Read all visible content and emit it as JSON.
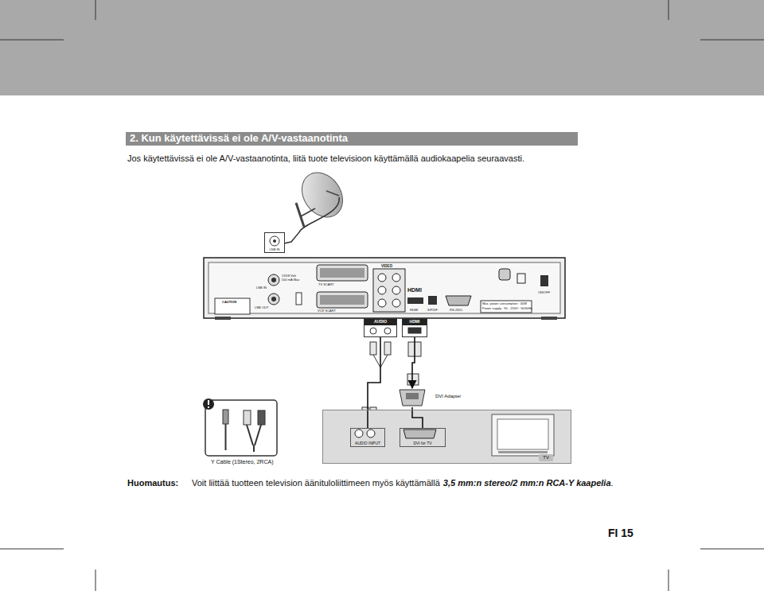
{
  "diagram": {
    "title": "2. Kun käytettävissä ei ole A/V-vastaanotinta",
    "nodes": [
      {
        "text": [
          "LNB IN"
        ]
      },
      {
        "text": [
          "AUDIO"
        ]
      },
      {
        "text": [
          "HDMI"
        ]
      },
      {
        "text": [
          "TV"
        ]
      },
      {
        "text": [
          "AUDIO INPUT"
        ],
        "in": 3
      },
      {
        "text": [
          "DVI for TV"
        ],
        "in": 3
      },
      {
        "text": [
          "DVI Adapter"
        ]
      }
    ],
    "edges": [
      {
        "from": 1,
        "to": 4,
        "arrow": "none"
      },
      {
        "from": 2,
        "to": 6,
        "arrow": "to"
      },
      {
        "from": 6,
        "to": 5,
        "arrow": "none"
      }
    ],
    "labels": [
      "Jos käytettävissä ei ole A/V-vastaanotinta, liitä tuote televisioon käyttämällä audiokaapelia seuraavasti.",
      "LNB IN",
      "13/18 Volt",
      "500 mA Max",
      "LNB OUT",
      "TV SCART",
      "VCR SCART",
      "VIDEO",
      "HDMI",
      "HDMI",
      "S/PDIF",
      "RS-232C",
      "ON/OFF",
      "CAUTION",
      "Max. power consumption : 40W",
      "Power supply : 90 - 250V~ 50/60Hz",
      "Y Cable (1Stereo, 2RCA)",
      "Huomautus:",
      "Voit liittää tuotteen television äänituloliittimeen myös käyttämällä",
      "3,5 mm:n stereo/2 mm:n RCA-Y kaapelia",
      ".",
      "FI 15"
    ]
  }
}
